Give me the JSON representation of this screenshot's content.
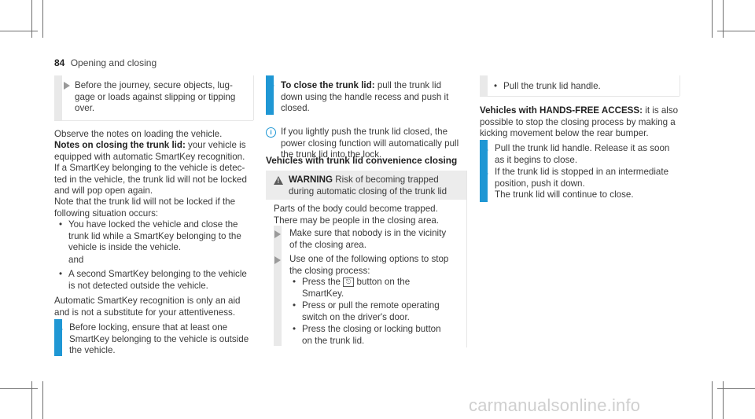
{
  "header": {
    "page_number": "84",
    "section_title": "Opening and closing"
  },
  "col1": {
    "box_step": [
      "Before the journey, secure objects, lug-",
      "gage or loads against slipping or tipping",
      "over."
    ],
    "para1": [
      "Observe the notes on loading the vehicle."
    ],
    "notes_heading": "Notes on closing the trunk lid:",
    "notes_text": [
      " your vehicle is",
      "equipped with automatic SmartKey recognition.",
      "If a SmartKey belonging to the vehicle is detec-",
      "ted in the vehicle, the trunk lid will not be locked",
      "and will pop open again."
    ],
    "para2": [
      "Note that the trunk lid will not be locked if the",
      "following situation occurs:"
    ],
    "bullet1": [
      "You have locked the vehicle and close the",
      "trunk lid while a SmartKey belonging to the",
      "vehicle is inside the vehicle."
    ],
    "and": "and",
    "bullet2": [
      "A second SmartKey belonging to the vehicle",
      "is not detected outside the vehicle."
    ],
    "para3": [
      "Automatic SmartKey recognition is only an aid",
      "and is not a substitute for your attentiveness."
    ],
    "step2": [
      "Before locking, ensure that at least one",
      "SmartKey belonging to the vehicle is outside",
      "the vehicle."
    ]
  },
  "col2": {
    "step_heading": "To close the trunk lid:",
    "step_text": [
      " pull the trunk lid",
      "down using the handle recess and push it",
      "closed."
    ],
    "info_text": [
      "If you lightly push the trunk lid closed, the",
      "power closing function will automatically pull",
      "the trunk lid into the lock."
    ],
    "heading": "Vehicles with trunk lid convenience closing",
    "warning_label": "WARNING",
    "warning_title": [
      " Risk of becoming trapped",
      "during automatic closing of the trunk lid"
    ],
    "warning_body": [
      "Parts of the body could become trapped.",
      "There may be people in the closing area."
    ],
    "w_step1": [
      "Make sure that nobody is in the vicinity",
      "of the closing area."
    ],
    "w_step2": [
      "Use one of the following options to stop",
      "the closing process:"
    ],
    "w_bullet1_a": "Press the",
    "w_bullet1_b": "button on the",
    "w_bullet1_c": "SmartKey.",
    "w_bullet2": [
      "Press or pull the remote operating",
      "switch on the driver's door."
    ],
    "w_bullet3": [
      "Press the closing or locking button",
      "on the trunk lid."
    ]
  },
  "col3": {
    "box_bullet": "Pull the trunk lid handle.",
    "heading": "Vehicles with HANDS-FREE ACCESS:",
    "heading_text": [
      " it is also",
      "possible to stop the closing process by making a",
      "kicking movement below the rear bumper."
    ],
    "step1": [
      "Pull the trunk lid handle. Release it as soon",
      "as it begins to close."
    ],
    "step2": [
      "If the trunk lid is stopped in an intermediate",
      "position, push it down.",
      "The trunk lid will continue to close."
    ]
  },
  "colors": {
    "accent_blue": "#1f97d4",
    "warning_bg": "#ececec",
    "grey_bar": "#e9e9e9"
  }
}
